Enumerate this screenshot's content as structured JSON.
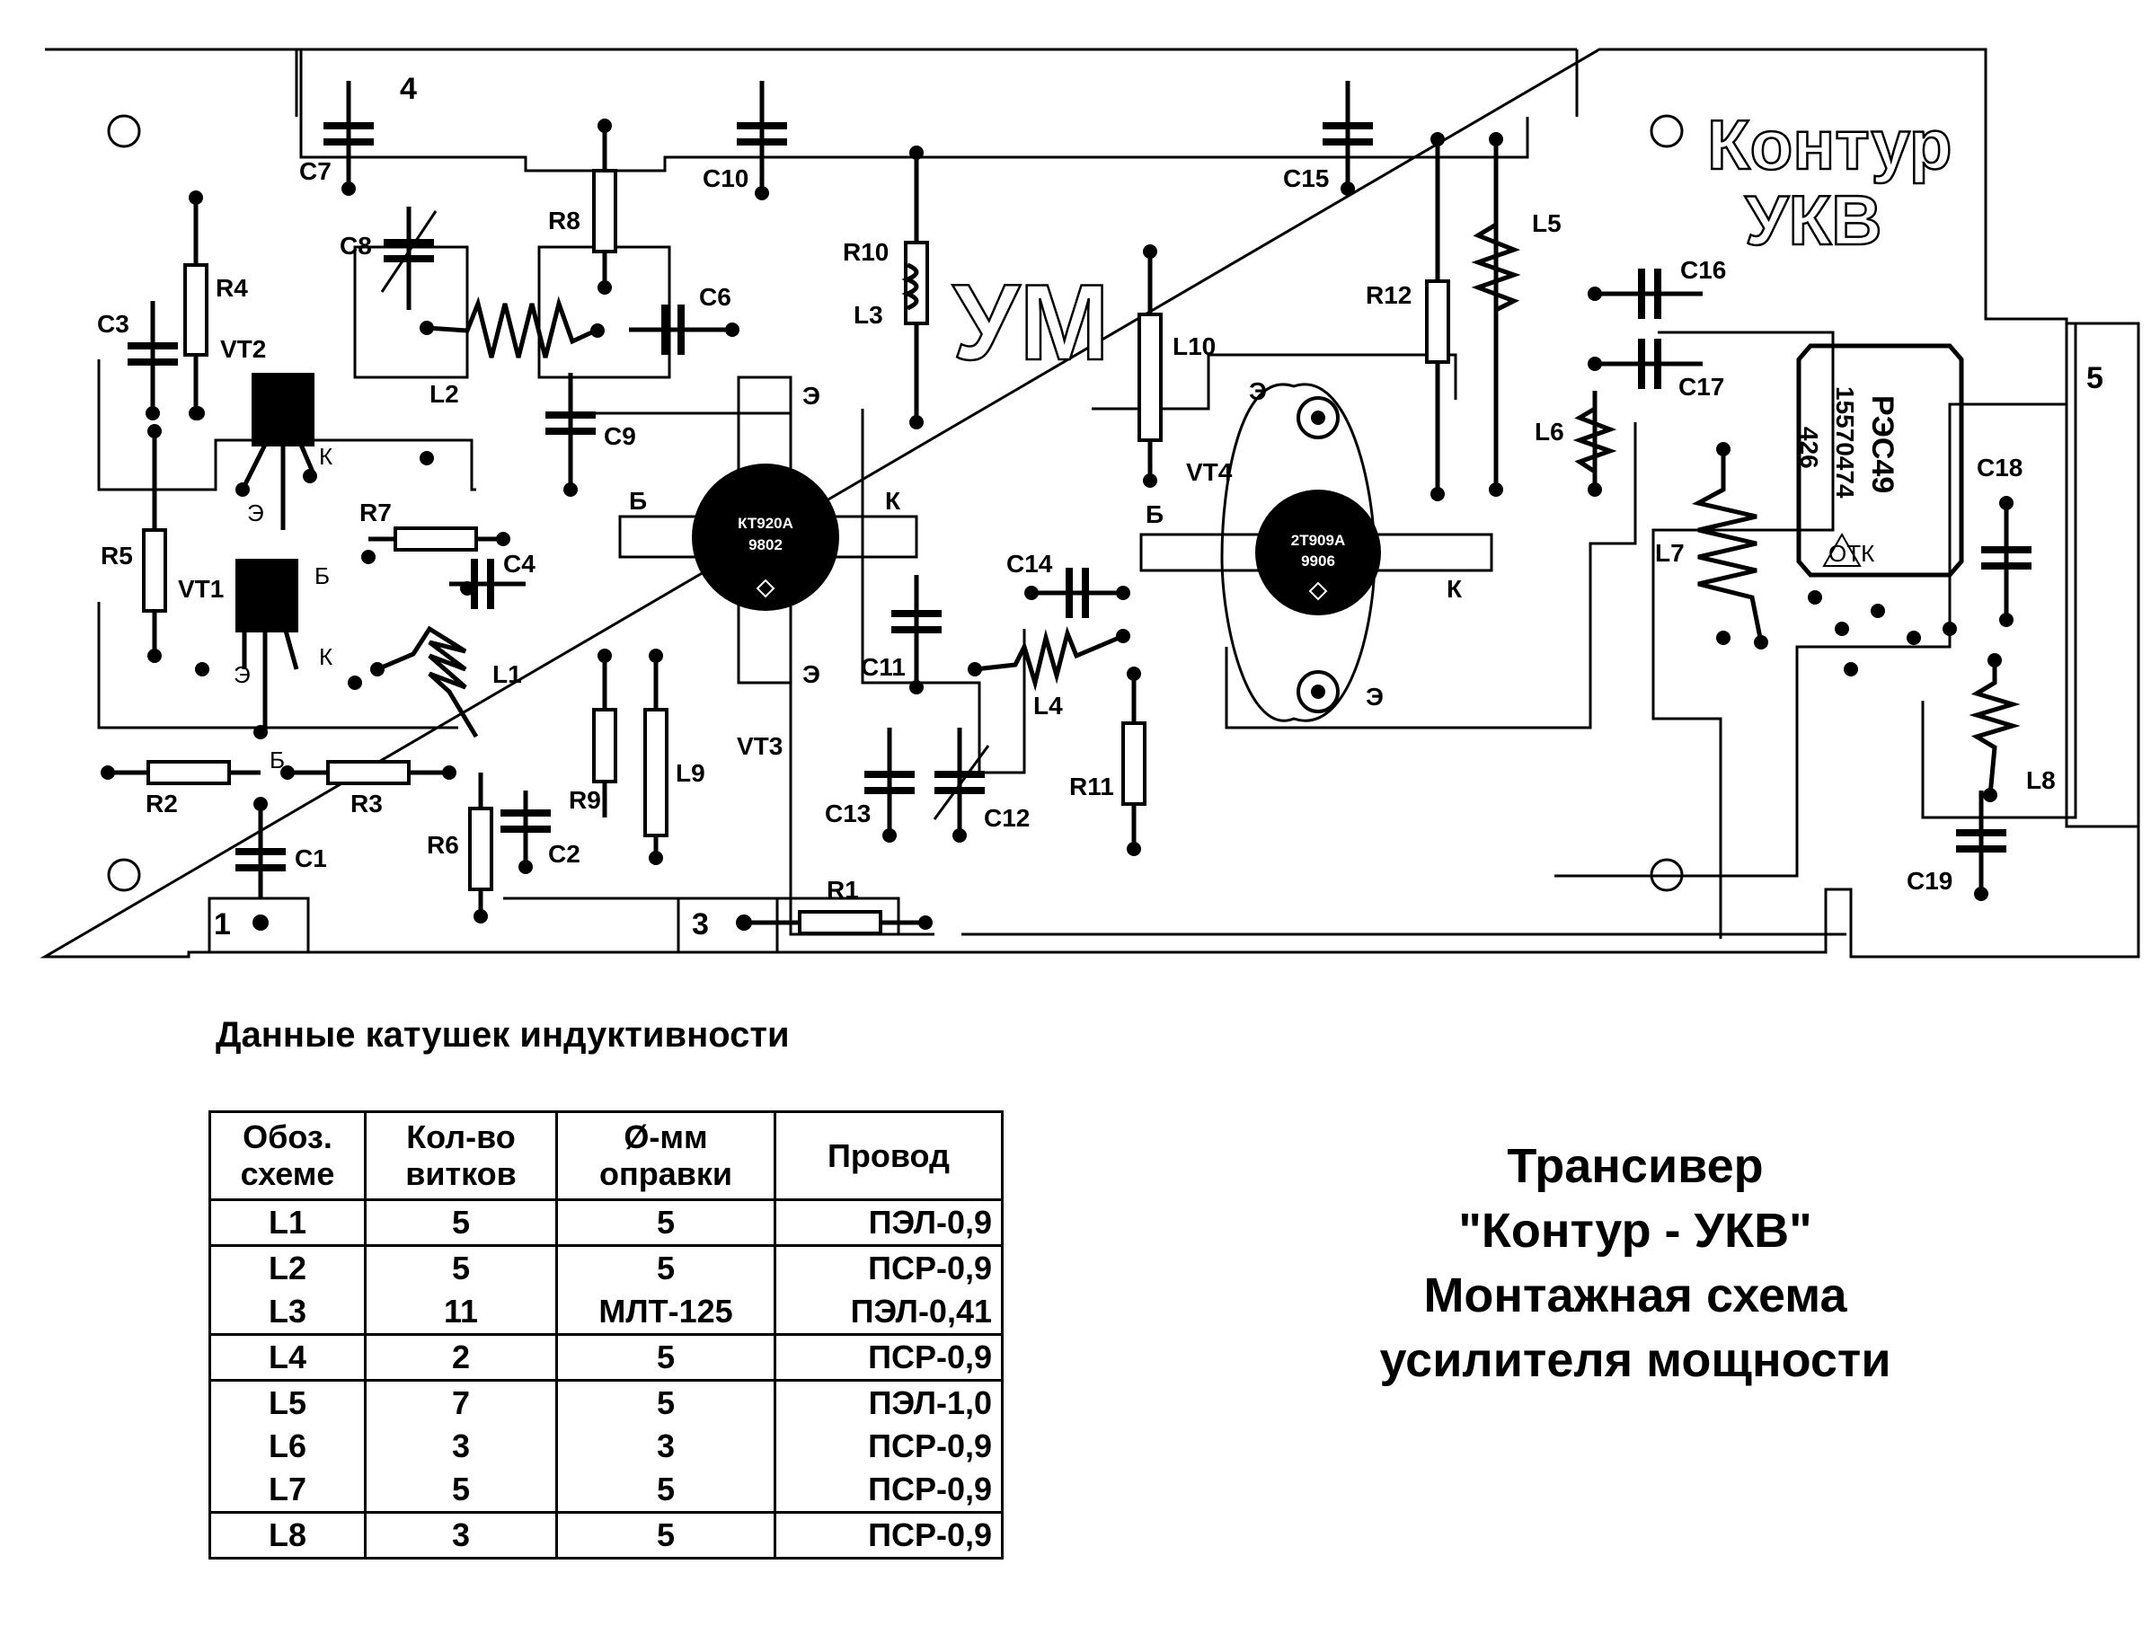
{
  "board": {
    "watermark_title": "Контур",
    "watermark_subtitle": "УКВ",
    "um_label": "УМ",
    "connectors": [
      "1",
      "3",
      "4",
      "5"
    ],
    "components": {
      "resistors": [
        "R1",
        "R2",
        "R3",
        "R4",
        "R5",
        "R6",
        "R7",
        "R8",
        "R9",
        "R10",
        "R11",
        "R12"
      ],
      "capacitors": [
        "C1",
        "C2",
        "C3",
        "C4",
        "C6",
        "C7",
        "C8",
        "C9",
        "C10",
        "C11",
        "C12",
        "C13",
        "C14",
        "C15",
        "C16",
        "C17",
        "C18",
        "C19"
      ],
      "inductors": [
        "L1",
        "L2",
        "L3",
        "L4",
        "L5",
        "L6",
        "L7",
        "L8",
        "L9",
        "L10"
      ],
      "transistors": [
        "VT1",
        "VT2",
        "VT3",
        "VT4"
      ]
    },
    "pin_labels": {
      "emitter": "Э",
      "base": "Б",
      "collector": "К"
    },
    "vt3_marking": {
      "type": "КТ920А",
      "code": "9802"
    },
    "vt4_marking": {
      "type": "2Т909А",
      "code": "9906"
    },
    "relay": {
      "name": "РЭС49",
      "number": "15570474",
      "suffix": "426",
      "stamp": "ОТК"
    }
  },
  "coil_table": {
    "title": "Данные катушек индуктивности",
    "headers": {
      "designation_1": "Обоз.",
      "designation_2": "схеме",
      "turns_1": "Кол-во",
      "turns_2": "витков",
      "diameter_1": "Ø-мм",
      "diameter_2": "оправки",
      "wire": "Провод"
    },
    "rows": [
      {
        "designation": "L1",
        "turns": "5",
        "diameter": "5",
        "wire": "ПЭЛ-0,9"
      },
      {
        "designation": "L2",
        "turns": "5",
        "diameter": "5",
        "wire": "ПСР-0,9"
      },
      {
        "designation": "L3",
        "turns": "11",
        "diameter": "МЛТ-125",
        "wire": "ПЭЛ-0,41"
      },
      {
        "designation": "L4",
        "turns": "2",
        "diameter": "5",
        "wire": "ПСР-0,9"
      },
      {
        "designation": "L5",
        "turns": "7",
        "diameter": "5",
        "wire": "ПЭЛ-1,0"
      },
      {
        "designation": "L6",
        "turns": "3",
        "diameter": "3",
        "wire": "ПСР-0,9"
      },
      {
        "designation": "L7",
        "turns": "5",
        "diameter": "5",
        "wire": "ПСР-0,9"
      },
      {
        "designation": "L8",
        "turns": "3",
        "diameter": "5",
        "wire": "ПСР-0,9"
      }
    ]
  },
  "caption": {
    "line1": "Трансивер",
    "line2": "\"Контур - УКВ\"",
    "line3": "Монтажная схема",
    "line4": "усилителя мощности"
  }
}
